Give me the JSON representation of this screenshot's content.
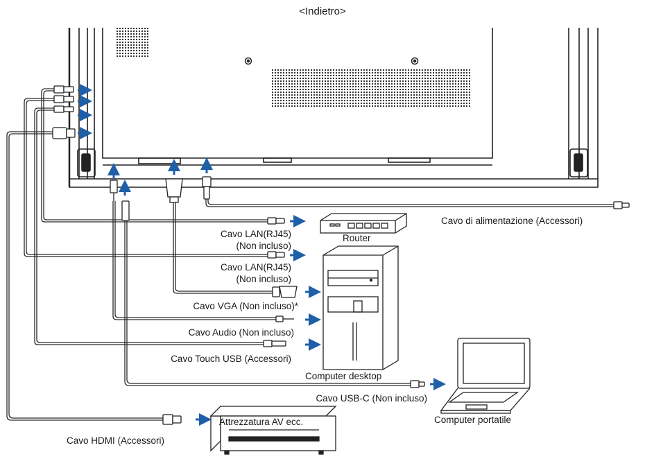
{
  "nav": {
    "back_label": "<Indietro>"
  },
  "labels": {
    "power_cable": "Cavo di alimentazione (Accessori)",
    "router": "Router",
    "lan_cable_1_line1": "Cavo LAN(RJ45)",
    "lan_cable_1_line2": "(Non incluso)",
    "lan_cable_2_line1": "Cavo LAN(RJ45)",
    "lan_cable_2_line2": "(Non incluso)",
    "vga_cable": "Cavo VGA (Non incluso)*",
    "audio_cable": "Cavo Audio (Non incluso)",
    "touch_usb_cable": "Cavo Touch USB (Accessori)",
    "desktop_computer": "Computer desktop",
    "usbc_cable": "Cavo USB-C (Non incluso)",
    "laptop": "Computer portatile",
    "av_equipment": "Attrezzatura AV ecc.",
    "hdmi_cable": "Cavo HDMI (Accessori)"
  },
  "colors": {
    "arrow": "#1f5fa8",
    "line": "#2a2a2a",
    "bg": "#ffffff"
  }
}
